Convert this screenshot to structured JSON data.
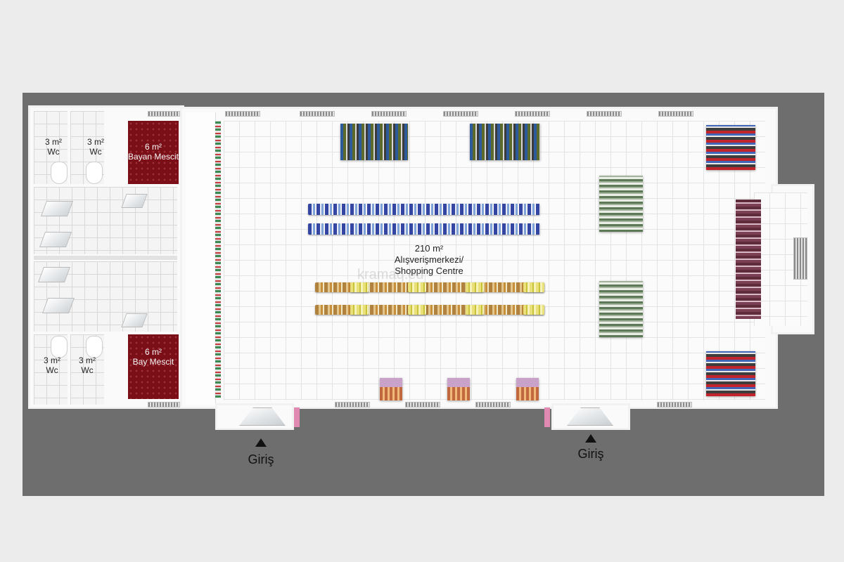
{
  "plan": {
    "wc_labels": [
      {
        "area": "3 m²",
        "name": "Wc"
      },
      {
        "area": "3 m²",
        "name": "Wc"
      },
      {
        "area": "3 m²",
        "name": "Wc"
      },
      {
        "area": "3 m²",
        "name": "Wc"
      }
    ],
    "prayer_rooms": [
      {
        "area": "6 m²",
        "name": "Bayan Mescit"
      },
      {
        "area": "6 m²",
        "name": "Bay Mescit"
      }
    ],
    "shopping": {
      "area": "210 m²",
      "name_line1": "Alışverişmerkezi/",
      "name_line2": "Shopping Centre"
    },
    "entrances": [
      "Giriş",
      "Giriş"
    ],
    "watermark": "kramaq.eu"
  }
}
